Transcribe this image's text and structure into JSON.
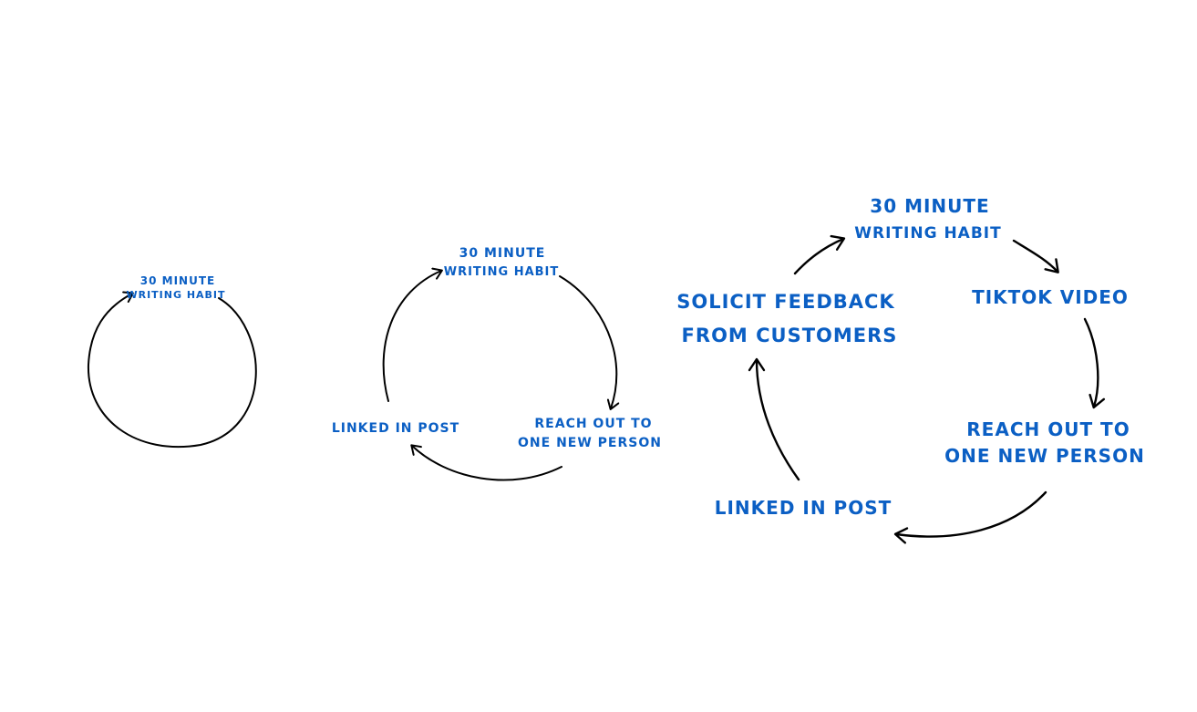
{
  "colors": {
    "ink": "#0b5fc4",
    "stroke": "#000000",
    "background": "#ffffff"
  },
  "diagram_1": {
    "label_line1": "30 MINUTE",
    "label_line2": "WRITING HABIT"
  },
  "diagram_2": {
    "top_line1": "30 MINUTE",
    "top_line2": "WRITING HABIT",
    "right_line1": "REACH OUT TO",
    "right_line2": "ONE NEW PERSON",
    "left": "LINKED IN POST"
  },
  "diagram_3": {
    "top_line1": "30 MINUTE",
    "top_line2": "WRITING HABIT",
    "tiktok": "TIKTOK VIDEO",
    "reach_line1": "REACH OUT TO",
    "reach_line2": "ONE NEW PERSON",
    "linkedin": "LINKED IN POST",
    "solicit_line1": "SOLICIT FEEDBACK",
    "solicit_line2": "FROM CUSTOMERS"
  }
}
